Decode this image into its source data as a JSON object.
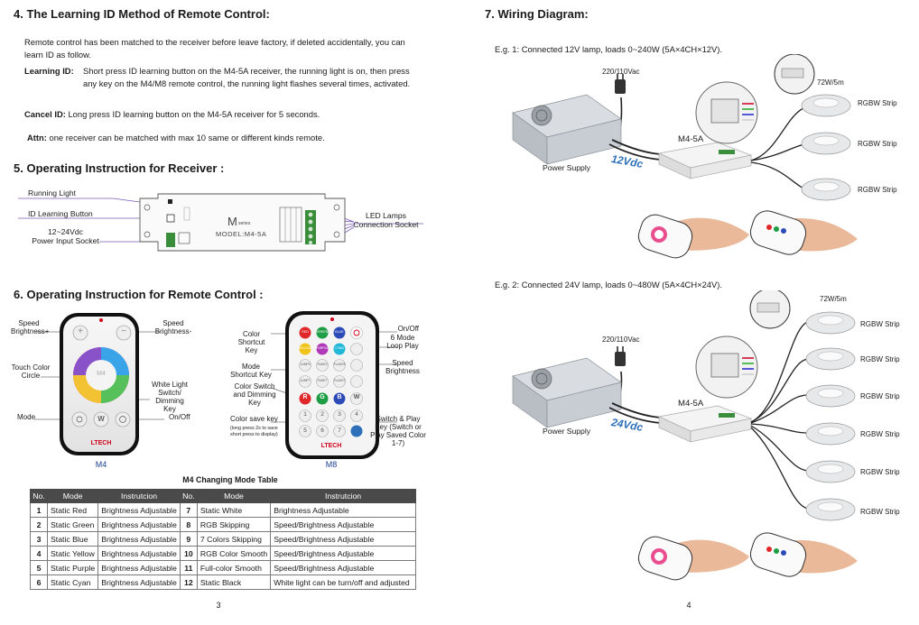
{
  "left": {
    "sec4_title": "4. The Learning ID Method of Remote Control:",
    "sec4_intro": "Remote control has been matched to the receiver before leave factory, if deleted accidentally, you can learn ID as follow.",
    "learning_label": "Learning ID:",
    "learning_text": "Short press ID learning button on the M4-5A receiver, the running light is on, then press any key on the M4/M8 remote control, the running light flashes several times, activated.",
    "cancel_label": "Cancel ID:",
    "cancel_text": "Long press ID learning button on the M4-5A receiver for 5 seconds.",
    "attn_label": "Attn:",
    "attn_text": "one receiver can be matched with max 10 same or different kinds remote.",
    "sec5_title": "5. Operating Instruction for Receiver :",
    "rx": {
      "running_light": "Running Light",
      "id_button": "ID Learning Button",
      "power_line1": "12~24Vdc",
      "power_line2": "Power Input Socket",
      "led_line1": "LED Lamps",
      "led_line2": "Connection Socket",
      "logo": "M",
      "series": "series",
      "model": "MODEL:M4-5A"
    },
    "sec6_title": "6. Operating Instruction for Remote Control :",
    "m4": {
      "speed_plus": "Speed Brightness+",
      "speed_minus": "Speed Brightness-",
      "touch": "Touch Color Circle",
      "white": "White Light Switch/ Dimming Key",
      "mode": "Mode",
      "onoff": "On/Off",
      "brand": "LTECH",
      "caption": "M4",
      "plus_key": "+",
      "minus_key": "−",
      "ring_label": "M4",
      "w_key": "W"
    },
    "m8": {
      "color_shortcut": "Color Shortcut Key",
      "mode_shortcut": "Mode Shortcut Key",
      "color_switch": "Color Switch and Dimming Key",
      "color_save": "Color save key",
      "color_save_note": "(long press 2s to save short press to display)",
      "onoff": "On/Off",
      "loop": "6 Mode Loop Play",
      "speed": "Speed Brightness",
      "switch_play": "Switch & Play Key (Switch or Play Saved Color 1-7)",
      "brand": "LTECH",
      "caption": "M8",
      "color_keys": [
        "RED",
        "GREEN",
        "BLUE"
      ],
      "color_keys2": [
        "YELLOW",
        "PURPLE",
        "CYAN"
      ],
      "mode_keys1": [
        "JUMP3",
        "FADE3",
        "FLASH3"
      ],
      "mode_keys2": [
        "JUMP7",
        "FADE7",
        "FLASH7"
      ],
      "rgbw": [
        "R",
        "G",
        "B",
        "W"
      ],
      "nums1": [
        "1",
        "2",
        "3",
        "4"
      ],
      "nums2": [
        "5",
        "6",
        "7"
      ]
    },
    "table_title": "M4 Changing Mode Table",
    "table_headers": [
      "No.",
      "Mode",
      "Instrutcion",
      "No.",
      "Mode",
      "Instrutcion"
    ],
    "table_rows": [
      [
        "1",
        "Static Red",
        "Brightness Adjustable",
        "7",
        "Static White",
        "Brightness Adjustable"
      ],
      [
        "2",
        "Static Green",
        "Brightness Adjustable",
        "8",
        "RGB Skipping",
        "Speed/Brightness Adjustable"
      ],
      [
        "3",
        "Static Blue",
        "Brightness Adjustable",
        "9",
        "7 Colors Skipping",
        "Speed/Brightness Adjustable"
      ],
      [
        "4",
        "Static Yellow",
        "Brightness Adjustable",
        "10",
        "RGB Color Smooth",
        "Speed/Brightness Adjustable"
      ],
      [
        "5",
        "Static Purple",
        "Brightness Adjustable",
        "11",
        "Full-color Smooth",
        "Speed/Brightness Adjustable"
      ],
      [
        "6",
        "Static Cyan",
        "Brightness Adjustable",
        "12",
        "Static Black",
        "White light can be turn/off and adjusted"
      ]
    ],
    "page_number": "3"
  },
  "right": {
    "sec7_title": "7. Wiring Diagram:",
    "eg1": {
      "caption": "E.g. 1: Connected 12V lamp, loads 0~240W (5A×4CH×12V).",
      "mains": "220/110Vac",
      "psu": "Power Supply",
      "volt": "12Vdc",
      "receiver": "M4-5A",
      "strip_power": "72W/5m",
      "strip_label": "RGBW Strip"
    },
    "eg2": {
      "caption": "E.g. 2: Connected 24V lamp, loads 0~480W (5A×4CH×24V).",
      "mains": "220/110Vac",
      "psu": "Power Supply",
      "volt": "24Vdc",
      "receiver": "M4-5A",
      "strip_power": "72W/5m",
      "strip_label": "RGBW Strip"
    },
    "page_number": "4"
  },
  "colors": {
    "accent_blue": "#1a3f8f",
    "dark_header": "#4a4a4a",
    "led_red": "#d0021b",
    "volt_blue": "#2d6fb8"
  }
}
